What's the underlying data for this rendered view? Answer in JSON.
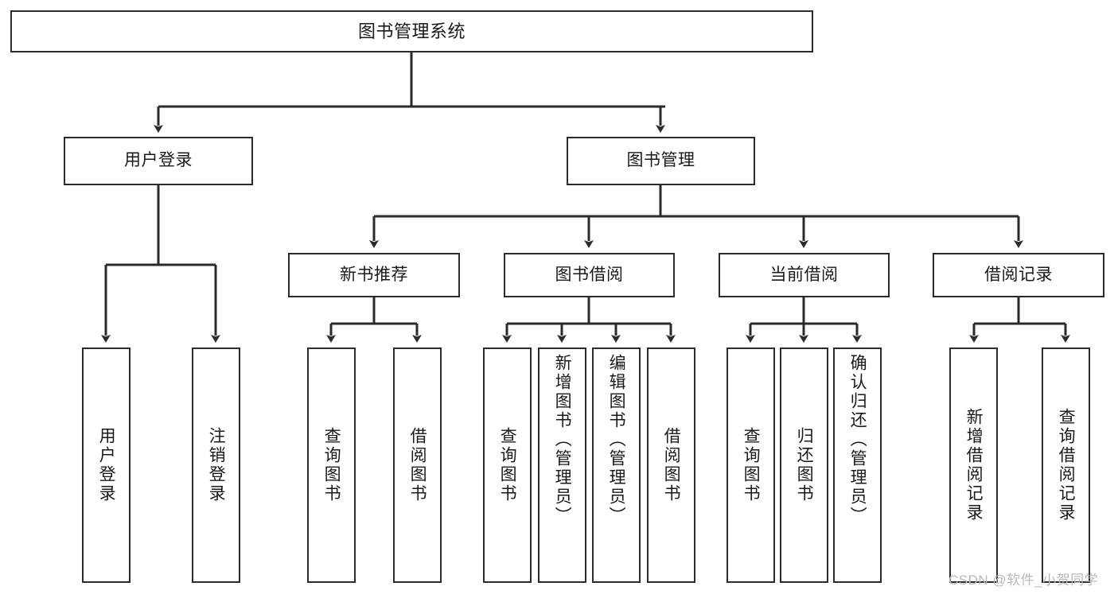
{
  "diagram": {
    "title": "图书管理系统",
    "type": "functional-structure-tree",
    "watermark": "CSDN @软件_小贺同学",
    "colors": {
      "stroke": "#2b2b2b",
      "fill": "#ffffff",
      "text": "#1a1a1a",
      "watermark": "#b9b9b9"
    },
    "levels": [
      {
        "level": 1,
        "nodes": [
          {
            "id": "root",
            "label": "图书管理系统"
          }
        ]
      },
      {
        "level": 2,
        "nodes": [
          {
            "id": "login",
            "label": "用户登录"
          },
          {
            "id": "bookmgmt",
            "label": "图书管理"
          }
        ]
      },
      {
        "level": 3,
        "nodes": [
          {
            "id": "newbook",
            "label": "新书推荐"
          },
          {
            "id": "borrow",
            "label": "图书借阅"
          },
          {
            "id": "current",
            "label": "当前借阅"
          },
          {
            "id": "records",
            "label": "借阅记录"
          }
        ]
      },
      {
        "level": 4,
        "nodes": [
          {
            "id": "leaf-1",
            "label": "用户登录"
          },
          {
            "id": "leaf-2",
            "label": "注销登录"
          },
          {
            "id": "leaf-3",
            "label": "查询图书"
          },
          {
            "id": "leaf-4",
            "label": "借阅图书"
          },
          {
            "id": "leaf-5",
            "label": "查询图书"
          },
          {
            "id": "leaf-6",
            "label": "新增图书（管理员）"
          },
          {
            "id": "leaf-7",
            "label": "编辑图书（管理员）"
          },
          {
            "id": "leaf-8",
            "label": "借阅图书"
          },
          {
            "id": "leaf-9",
            "label": "查询图书"
          },
          {
            "id": "leaf-10",
            "label": "归还图书"
          },
          {
            "id": "leaf-11",
            "label": "确认归还（管理员）"
          },
          {
            "id": "leaf-12",
            "label": "新增借阅记录"
          },
          {
            "id": "leaf-13",
            "label": "查询借阅记录"
          }
        ]
      }
    ]
  }
}
